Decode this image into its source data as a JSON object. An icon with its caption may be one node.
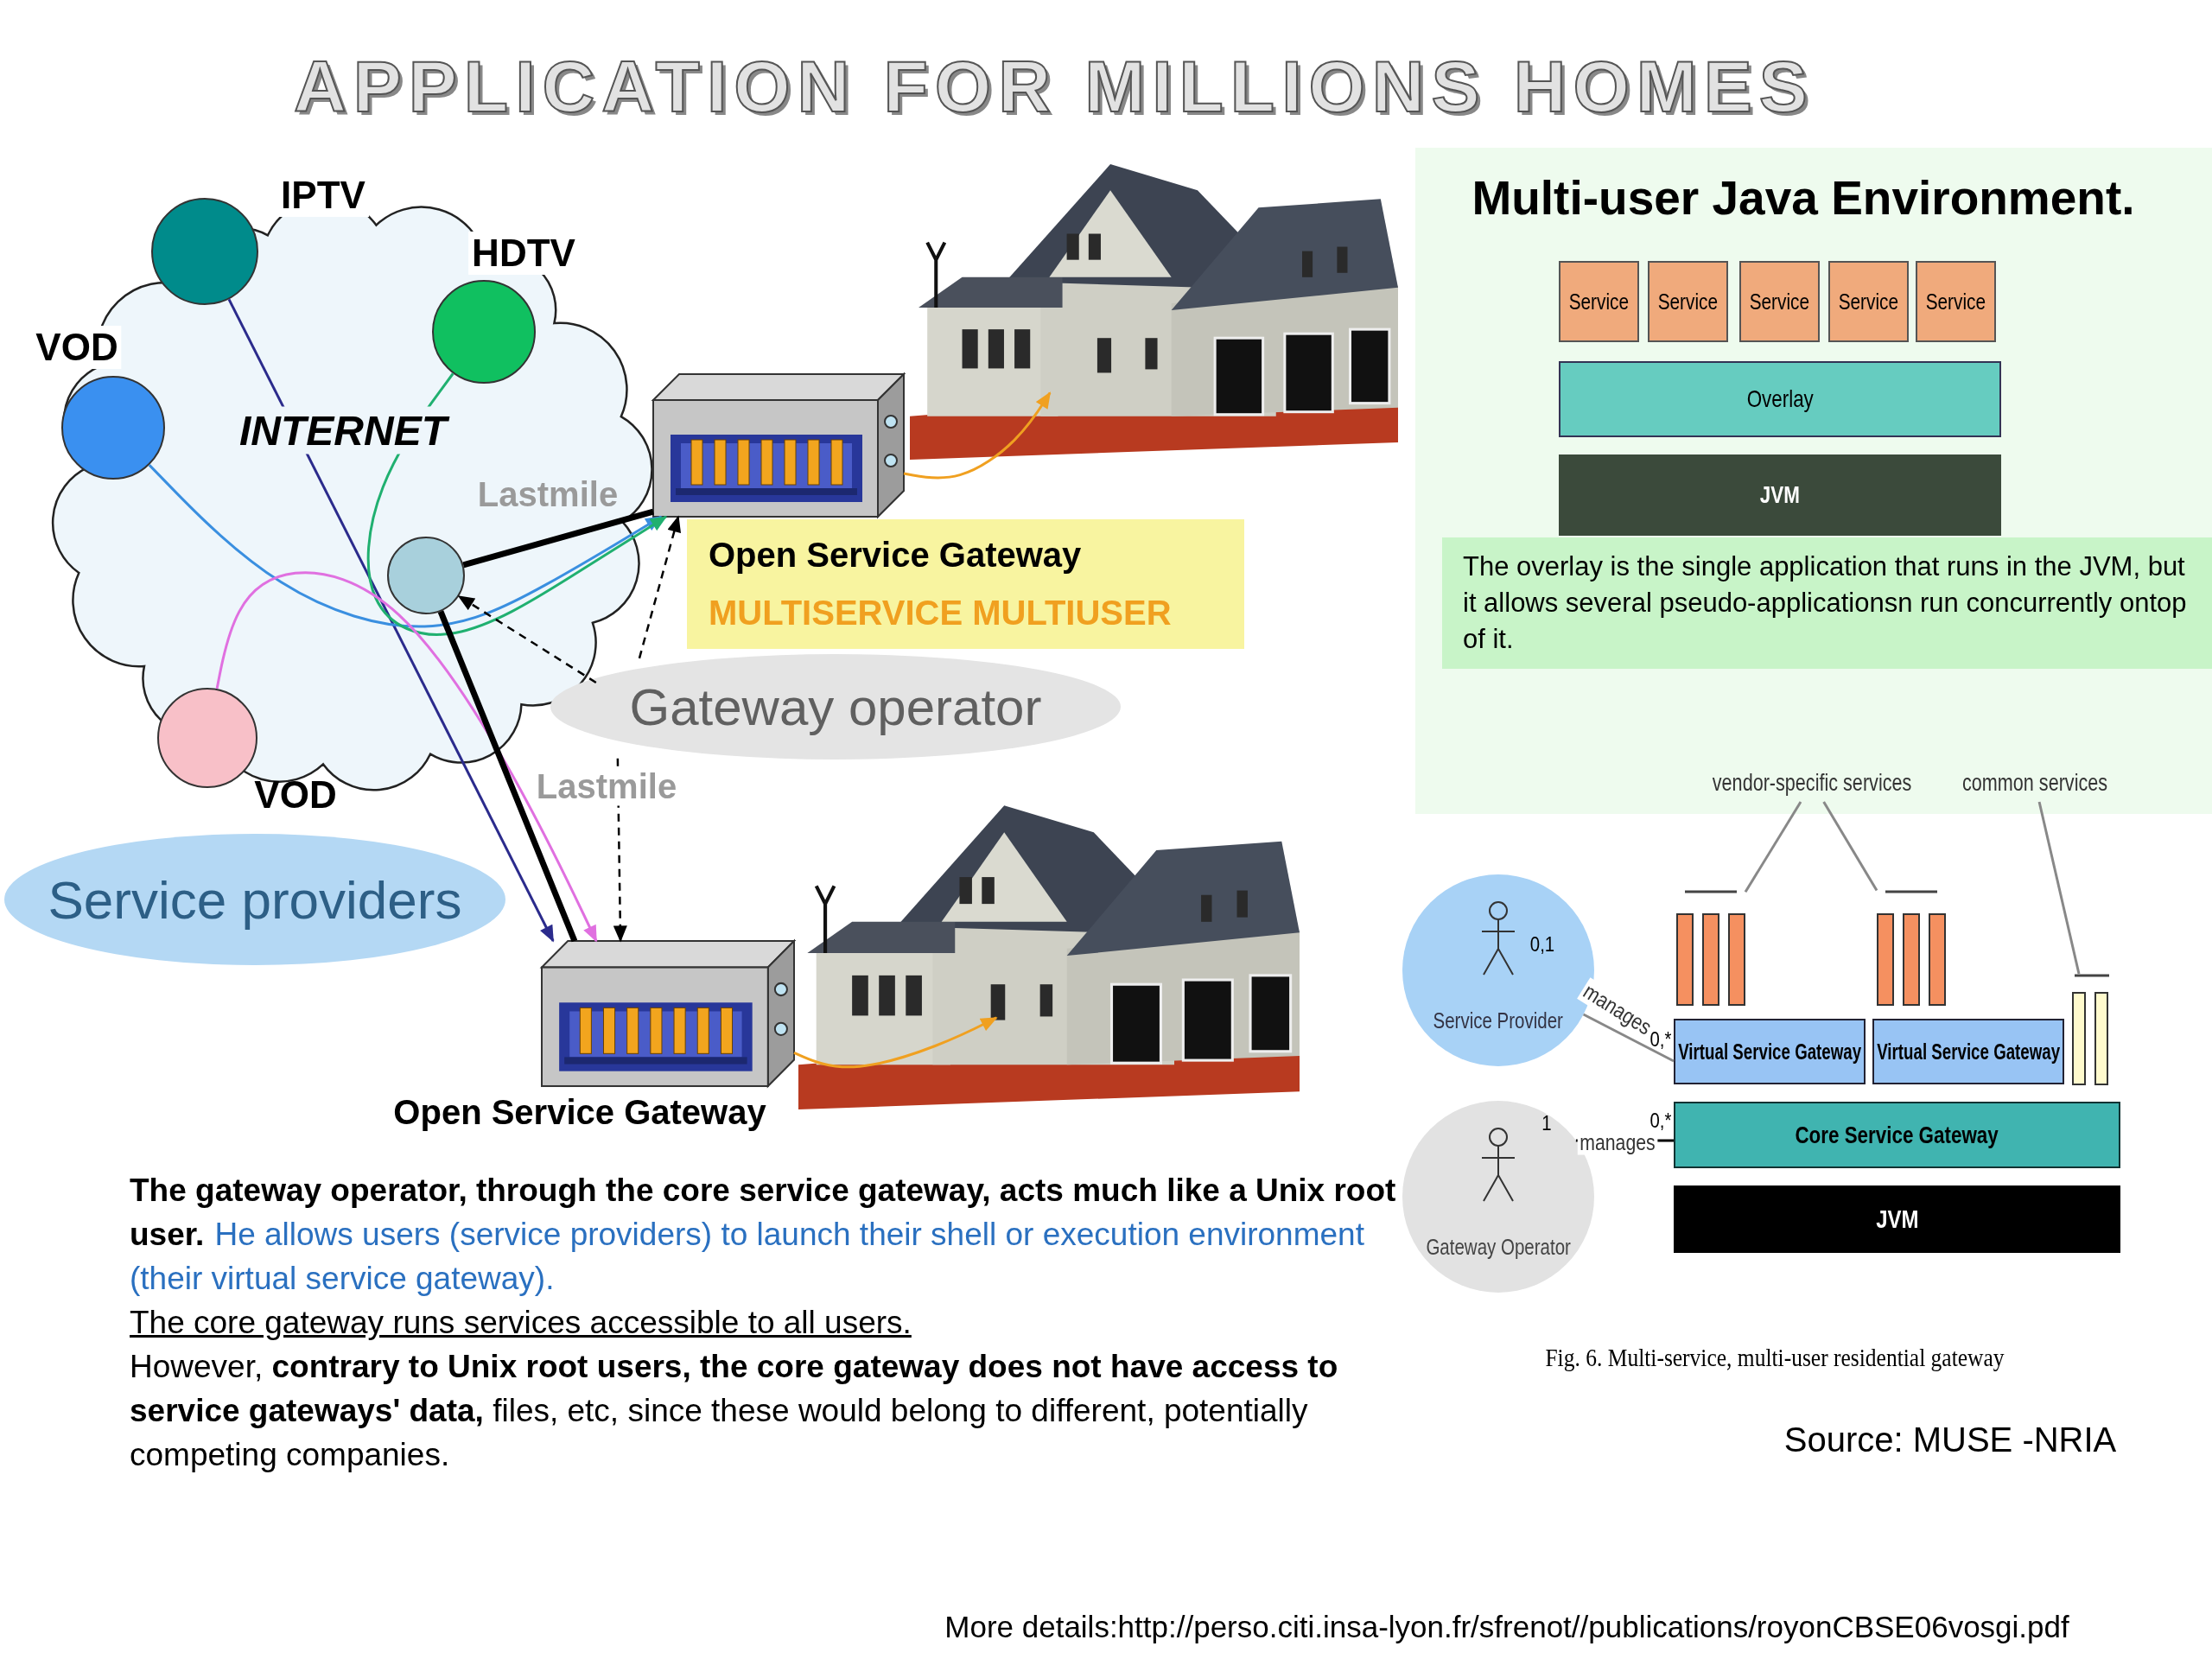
{
  "diagram": {
    "title": "APPLICATION FOR MILLIONS HOMES",
    "nodes": [
      {
        "text": [
          "INTERNET"
        ]
      },
      {
        "text": [
          "IPTV"
        ],
        "in": 0
      },
      {
        "text": [
          "HDTV"
        ],
        "in": 0
      },
      {
        "text": [
          "VOD"
        ],
        "in": 0
      },
      {
        "text": [
          "VOD"
        ],
        "in": 0
      },
      {
        "text": [],
        "shape": "circle",
        "in": 0
      },
      {
        "text": [],
        "shape": "picture"
      },
      {
        "text": [
          "Open Service Gateway",
          "MULTISERVICE MULTIUSER"
        ]
      },
      {
        "text": [],
        "shape": "picture"
      },
      {
        "text": [
          "Gateway operator"
        ]
      },
      {
        "text": [
          "Service providers"
        ]
      },
      {
        "text": [],
        "shape": "picture",
        "beside": [
          "Open Service Gateway"
        ]
      },
      {
        "text": [],
        "shape": "picture"
      },
      {
        "text": [
          "Multi-user Java Environment."
        ]
      },
      {
        "text": [
          "Service"
        ],
        "in": 13
      },
      {
        "text": [
          "Service"
        ],
        "in": 13
      },
      {
        "text": [
          "Service"
        ],
        "in": 13
      },
      {
        "text": [
          "Service"
        ],
        "in": 13
      },
      {
        "text": [
          "Service"
        ],
        "in": 13
      },
      {
        "text": [
          "Overlay"
        ],
        "in": 13
      },
      {
        "text": [
          "JVM"
        ],
        "in": 13
      },
      {
        "text": [
          "The overlay is the single application that runs in the JVM, but it allows several pseudo-applicationsn run concurrently ontop of it."
        ],
        "in": 13
      },
      {
        "text": [
          "vendor-specific services"
        ],
        "in": 13
      },
      {
        "text": [
          "common services"
        ],
        "in": 13
      },
      {
        "text": [
          "Service Provider"
        ]
      },
      {
        "text": [
          "Gateway Operator"
        ]
      },
      {
        "text": [],
        "shape": "bar"
      },
      {
        "text": [],
        "shape": "bar"
      },
      {
        "text": [],
        "shape": "bar"
      },
      {
        "text": [
          "Virtual Service Gateway"
        ]
      },
      {
        "text": [
          "Virtual Service Gateway"
        ]
      },
      {
        "text": [
          "Core Service Gateway"
        ]
      },
      {
        "text": [
          "JVM"
        ]
      }
    ],
    "edges": [
      {
        "from": 1,
        "to": 11,
        "arrow": "to",
        "color": "#2b2b8c"
      },
      {
        "from": 3,
        "to": 6,
        "arrow": "to",
        "color": "#3a8fe0"
      },
      {
        "from": 2,
        "to": 6,
        "arrow": "to",
        "color": "#20b070"
      },
      {
        "from": 4,
        "to": 11,
        "arrow": "to",
        "color": "#e070e0"
      },
      {
        "from": 5,
        "to": 6,
        "arrow": "none",
        "style": "thick",
        "label": "Lastmile",
        "color": "#000000"
      },
      {
        "from": 5,
        "to": 11,
        "arrow": "none",
        "style": "thick",
        "label": "Lastmile",
        "color": "#000000"
      },
      {
        "from": 9,
        "to": 5,
        "arrow": "to",
        "style": "dashed",
        "color": "#000000"
      },
      {
        "from": 9,
        "to": 6,
        "arrow": "to",
        "style": "dashed",
        "color": "#000000"
      },
      {
        "from": 9,
        "to": 11,
        "arrow": "to",
        "style": "dashed",
        "color": "#000000"
      },
      {
        "from": 6,
        "to": 8,
        "arrow": "to",
        "color": "#f0a020"
      },
      {
        "from": 11,
        "to": 12,
        "arrow": "to",
        "color": "#f0a020"
      },
      {
        "from": 22,
        "to": 26,
        "arrow": "none",
        "color": "#888888"
      },
      {
        "from": 22,
        "to": 27,
        "arrow": "none",
        "color": "#888888"
      },
      {
        "from": 23,
        "to": 28,
        "arrow": "none",
        "color": "#888888"
      },
      {
        "from": 24,
        "to": 29,
        "arrow": "none",
        "label": "manages",
        "color": "#888888"
      },
      {
        "from": 25,
        "to": 31,
        "arrow": "none",
        "label": "manages",
        "color": "#000000"
      }
    ],
    "labels": [
      "0,1",
      "0,*",
      "1",
      "0,*",
      "The gateway operator, through the core service gateway, acts much like a Unix root user.",
      "He allows users (service providers) to launch their shell or execution environment (their virtual service gateway).",
      "The core gateway runs services accessible to all users.",
      "However, **contrary to Unix root users, the core gateway does not have access to service gateways' data,** files, etc, since these would belong to different, potentially competing companies.",
      "Fig. 6. Multi-service, multi-user residential gateway",
      "Source: MUSE -NRIA",
      "More details:http://perso.citi.insa-lyon.fr/sfrenot//publications/royonCBSE06vosgi.pdf"
    ]
  }
}
